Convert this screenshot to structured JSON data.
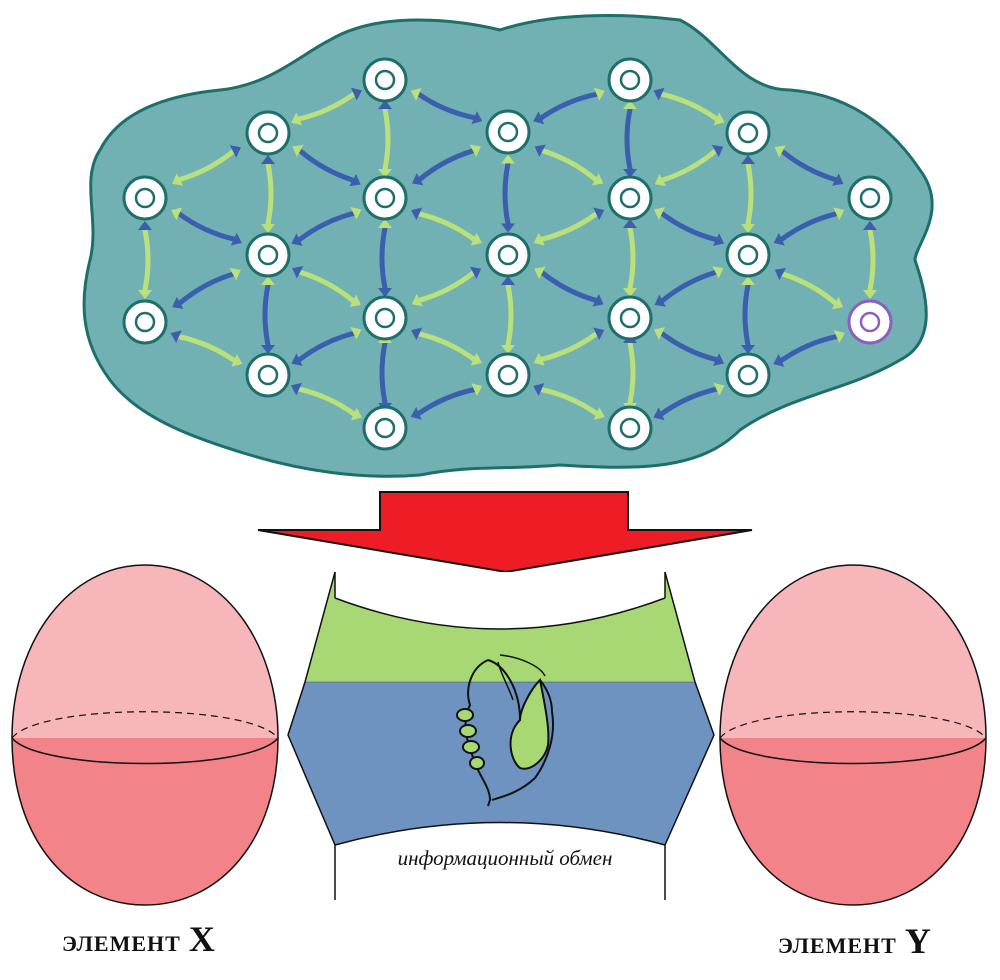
{
  "colors": {
    "network_fill": "#72b1b3",
    "network_stroke": "#1e6f6a",
    "node_ring": "#1e6f6a",
    "node_highlight_ring": "#8a5fc0",
    "arrow_green": "#b9e07a",
    "arrow_blue": "#3b5fae",
    "big_arrow": "#ee1c24",
    "band_green": "#a8d874",
    "band_blue": "#6f93c0",
    "egg_top": "#f7b7ba",
    "egg_bottom": "#f28389"
  },
  "icons": {
    "hands": "handshake-icon"
  },
  "labels": {
    "exchange": "информационный обмен",
    "element_x_word": "ЭЛЕМЕНТ",
    "element_x_letter": "X",
    "element_y_word": "ЭЛЕМЕНТ",
    "element_y_letter": "Y"
  }
}
